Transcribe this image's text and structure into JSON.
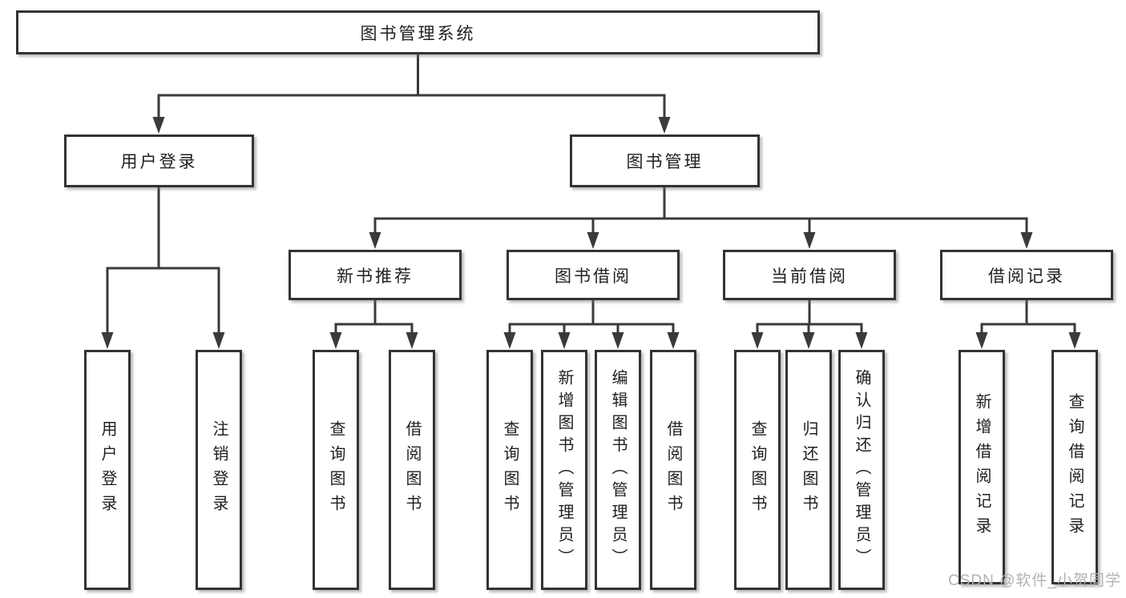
{
  "tree": {
    "label": "图书管理系统",
    "children": [
      {
        "label": "用户登录",
        "children": [
          {
            "label": "用户登录"
          },
          {
            "label": "注销登录"
          }
        ]
      },
      {
        "label": "图书管理",
        "children": [
          {
            "label": "新书推荐",
            "children": [
              {
                "label": "查询图书"
              },
              {
                "label": "借阅图书"
              }
            ]
          },
          {
            "label": "图书借阅",
            "children": [
              {
                "label": "查询图书"
              },
              {
                "label": "新增图书（管理员）"
              },
              {
                "label": "编辑图书（管理员）"
              },
              {
                "label": "借阅图书"
              }
            ]
          },
          {
            "label": "当前借阅",
            "children": [
              {
                "label": "查询图书"
              },
              {
                "label": "归还图书"
              },
              {
                "label": "确认归还（管理员）"
              }
            ]
          },
          {
            "label": "借阅记录",
            "children": [
              {
                "label": "新增借阅记录"
              },
              {
                "label": "查询借阅记录"
              }
            ]
          }
        ]
      }
    ]
  },
  "watermark": {
    "text": "CSDN @软件_小贺同学"
  },
  "colors": {
    "line": "#3a3a3a",
    "box_border": "#333333",
    "text": "#1f1f1f",
    "watermark": "#b2b2b2",
    "background": "#ffffff"
  }
}
